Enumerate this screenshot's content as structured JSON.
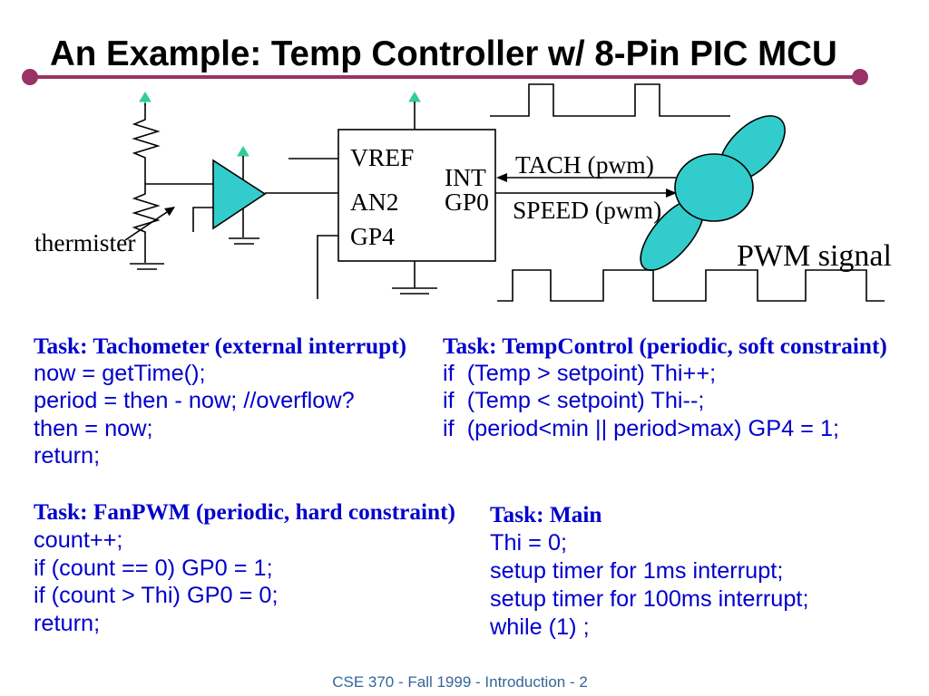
{
  "slide": {
    "title": "An Example: Temp Controller w/ 8-Pin PIC MCU",
    "footer": "CSE 370 - Fall 1999 - Introduction - 2"
  },
  "colors": {
    "accent": "#993366",
    "task_text": "#0000CC",
    "component_fill": "#33CCCC",
    "supply_arrow": "#33CC99",
    "footer_text": "#336699"
  },
  "diagram": {
    "thermistor_label": "thermister",
    "mcu_pins": {
      "vref": "VREF",
      "int": "INT",
      "an2": "AN2",
      "gp0": "GP0",
      "gp4": "GP4"
    },
    "tach_signal_label": "TACH (pwm)",
    "speed_signal_label": "SPEED (pwm)",
    "pwm_signal_label": "PWM signal"
  },
  "tasks": {
    "tachometer": {
      "heading": "Task: Tachometer (external interrupt)",
      "lines": [
        "now = getTime();",
        "period = then - now; //overflow?",
        "then = now;",
        "return;"
      ]
    },
    "temp_control": {
      "heading": "Task: TempControl (periodic, soft constraint)",
      "lines": [
        "if  (Temp > setpoint) Thi++;",
        "if  (Temp < setpoint) Thi--;",
        "if  (period<min || period>max) GP4 = 1;"
      ]
    },
    "fan_pwm": {
      "heading": "Task: FanPWM (periodic, hard constraint)",
      "lines": [
        "count++;",
        "if (count == 0) GP0 = 1;",
        "if (count > Thi) GP0 = 0;",
        "return;"
      ]
    },
    "main": {
      "heading": "Task: Main",
      "lines": [
        "Thi = 0;",
        "setup timer for 1ms interrupt;",
        "setup timer for 100ms interrupt;",
        "while (1) ;"
      ]
    }
  }
}
